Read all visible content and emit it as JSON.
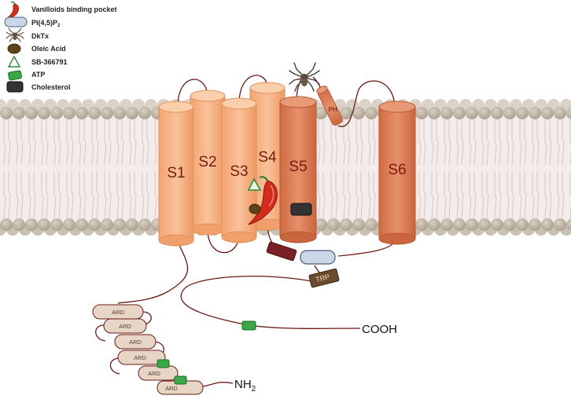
{
  "legend": {
    "vanilloids": "Vanilloids binding pocket",
    "pip2_main": "PI(4,5)P",
    "pip2_sub": "2",
    "dktx": "DkTx",
    "oleic": "Oleic Acid",
    "sb": "SB-366791",
    "atp": "ATP",
    "cholesterol": "Cholesterol"
  },
  "helices": [
    "S1",
    "S2",
    "S3",
    "S4",
    "S5",
    "S6"
  ],
  "pore_helix": "PH",
  "trp": "TRP",
  "cooh": "COOH",
  "nh2_main": "NH",
  "nh2_sub": "2",
  "ard": [
    "ARD",
    "ARD",
    "ARD",
    "ARD",
    "ARD",
    "ARD"
  ],
  "icons": {
    "vanilloids": "chili-pepper-icon",
    "pip2": "pip2-capsule-icon",
    "dktx": "spider-icon",
    "oleic": "oleic-acid-oval-icon",
    "sb": "triangle-icon",
    "atp": "green-rectangle-icon",
    "cholesterol": "dark-rectangle-icon"
  },
  "colors": {
    "helix_light": "#f5b17f",
    "helix_dark": "#dd7c52",
    "loop": "#6a1a12",
    "membrane_head": "#b3aa9a",
    "atp": "#3aa845",
    "cholesterol": "#333333",
    "pip2": "#c8d6e8",
    "trp": "#6b4a2e"
  }
}
